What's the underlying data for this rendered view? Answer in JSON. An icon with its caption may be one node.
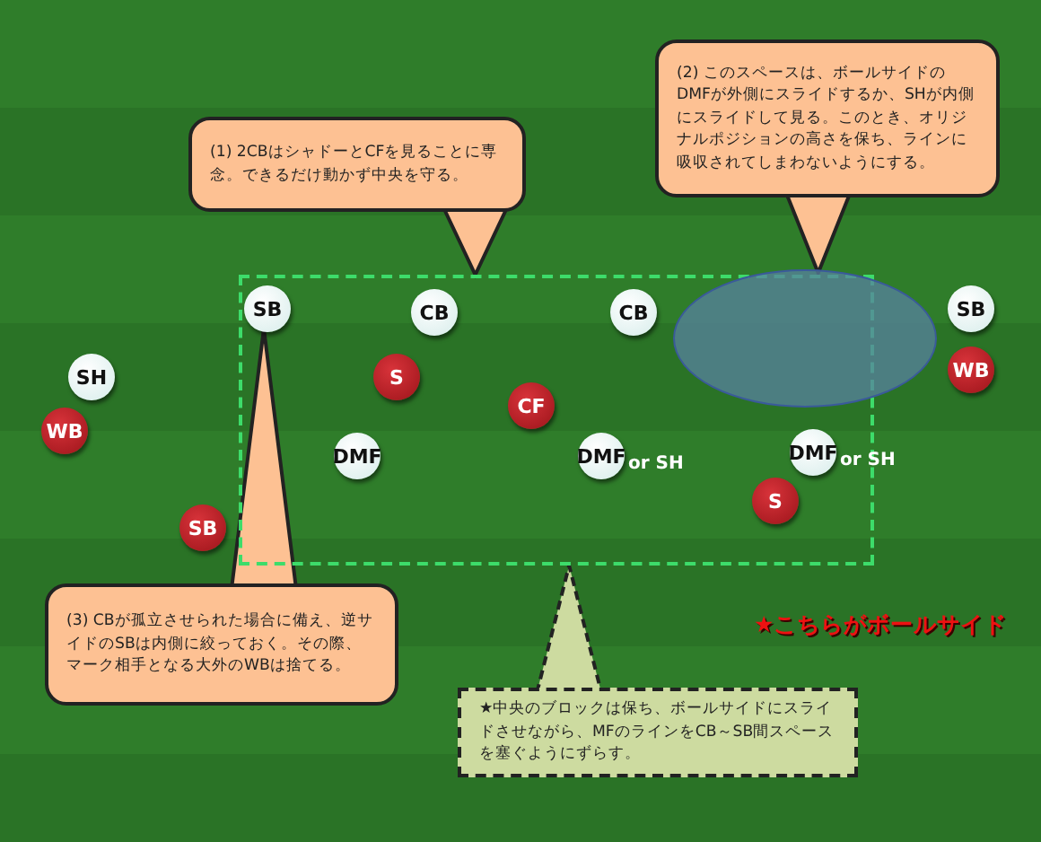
{
  "diagram": {
    "nodes": [
      {
        "text": [
          "(1) 2CBはシャドーとCFを見ることに専念。できるだけ動かず中央を守る。"
        ]
      },
      {
        "text": [
          "(2) このスペースは、ボールサイドのDMFが外側にスライドするか、SHが内側にスライドして見る。このとき、オリジナルポジションの高さを保ち、ラインに吸収されてしまわないようにする。"
        ]
      },
      {
        "text": [],
        "shape": "box"
      },
      {
        "text": [
          "SB"
        ],
        "in": 2
      },
      {
        "text": [
          "CB"
        ],
        "in": 2
      },
      {
        "text": [
          "CB"
        ],
        "in": 2
      },
      {
        "text": [],
        "shape": "ellipse"
      },
      {
        "text": [
          "SB"
        ]
      },
      {
        "text": [
          "SH"
        ]
      },
      {
        "text": [
          "S"
        ],
        "in": 2
      },
      {
        "text": [
          "WB"
        ]
      },
      {
        "text": [
          "CF"
        ],
        "in": 2
      },
      {
        "text": [
          "WB"
        ]
      },
      {
        "text": [
          "DMF"
        ],
        "in": 2
      },
      {
        "text": [
          "DMF"
        ],
        "beside": [
          "or SH"
        ],
        "in": 2
      },
      {
        "text": [
          "DMF"
        ],
        "beside": [
          "or SH"
        ],
        "in": 2
      },
      {
        "text": [
          "S"
        ],
        "in": 2
      },
      {
        "text": [
          "SB"
        ]
      },
      {
        "text": [
          "(3) CBが孤立させられた場合に備え、逆サイドのSBは内側に絞っておく。その際、マーク相手となる大外のWBは捨てる。"
        ]
      },
      {
        "text": [
          "★中央のブロックは保ち、ボールサイドにスライドさせながら、MFのラインをCB～SB間スペースを塞ぐようにずらす。"
        ]
      }
    ],
    "edges": [
      {
        "from": 0,
        "to": 2,
        "arrow": "to"
      },
      {
        "from": 1,
        "to": 6,
        "arrow": "to"
      },
      {
        "from": 18,
        "to": 3,
        "arrow": "to"
      },
      {
        "from": 19,
        "to": 2,
        "arrow": "to"
      }
    ],
    "labels": [
      "★こちらがボールサイド"
    ]
  }
}
